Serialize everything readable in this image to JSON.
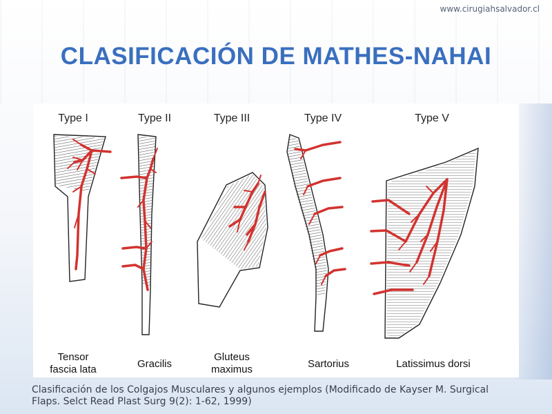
{
  "header": {
    "url": "www.cirugiahsalvador.cl",
    "title": "CLASIFICACIÓN DE MATHES-NAHAI"
  },
  "figure": {
    "types": [
      {
        "type": "Type I",
        "muscle_lines": [
          "Tensor",
          "fascia lata"
        ]
      },
      {
        "type": "Type II",
        "muscle_lines": [
          "Gracilis"
        ]
      },
      {
        "type": "Type III",
        "muscle_lines": [
          "Gluteus",
          "maximus"
        ]
      },
      {
        "type": "Type IV",
        "muscle_lines": [
          "Sartorius"
        ]
      },
      {
        "type": "Type V",
        "muscle_lines": [
          "Latissimus dorsi"
        ]
      }
    ]
  },
  "caption": {
    "line1": " Clasificación de los Colgajos Musculares y algunos ejemplos (Modificado de Kayser M. Surgical",
    "line2": "Flaps. Selct Read Plast Surg 9(2): 1-62, 1999)"
  },
  "colors": {
    "title": "#3a6fbf",
    "vessel": "#d2332f"
  }
}
